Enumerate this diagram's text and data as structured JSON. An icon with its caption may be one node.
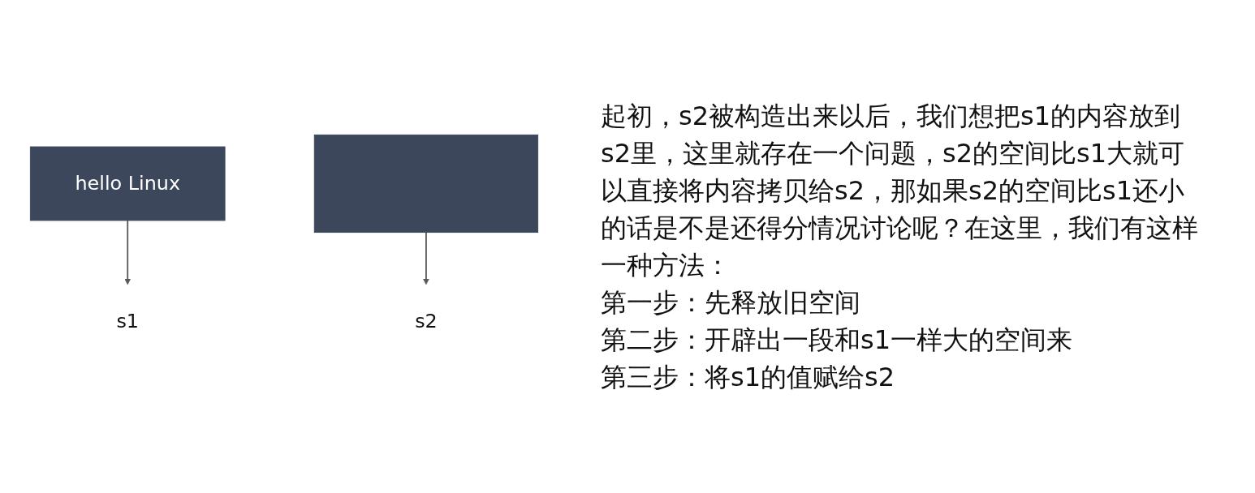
{
  "diagram": {
    "nodes": [
      {
        "text": [
          "hello Linux"
        ]
      },
      {
        "text": [
          "s1"
        ]
      },
      {
        "text": [],
        "shape": "box"
      },
      {
        "text": [
          "s2"
        ]
      }
    ],
    "edges": [
      {
        "from": 0,
        "to": 1,
        "arrow": "to"
      },
      {
        "from": 2,
        "to": 3,
        "arrow": "to"
      }
    ],
    "labels": [
      "起初，s2被构造出来以后，我们想把s1的内容放到s2里，这里就存在一个问题，s2的空间比s1大就可以直接将内容拷贝给s2，那如果s2的空间比s1还小的话是不是还得分情况讨论呢？在这里，我们有这样一种方法：",
      "第一步：先释放旧空间",
      "第二步：开辟出一段和s1一样大的空间来",
      "第三步：将s1的值赋给s2"
    ]
  }
}
